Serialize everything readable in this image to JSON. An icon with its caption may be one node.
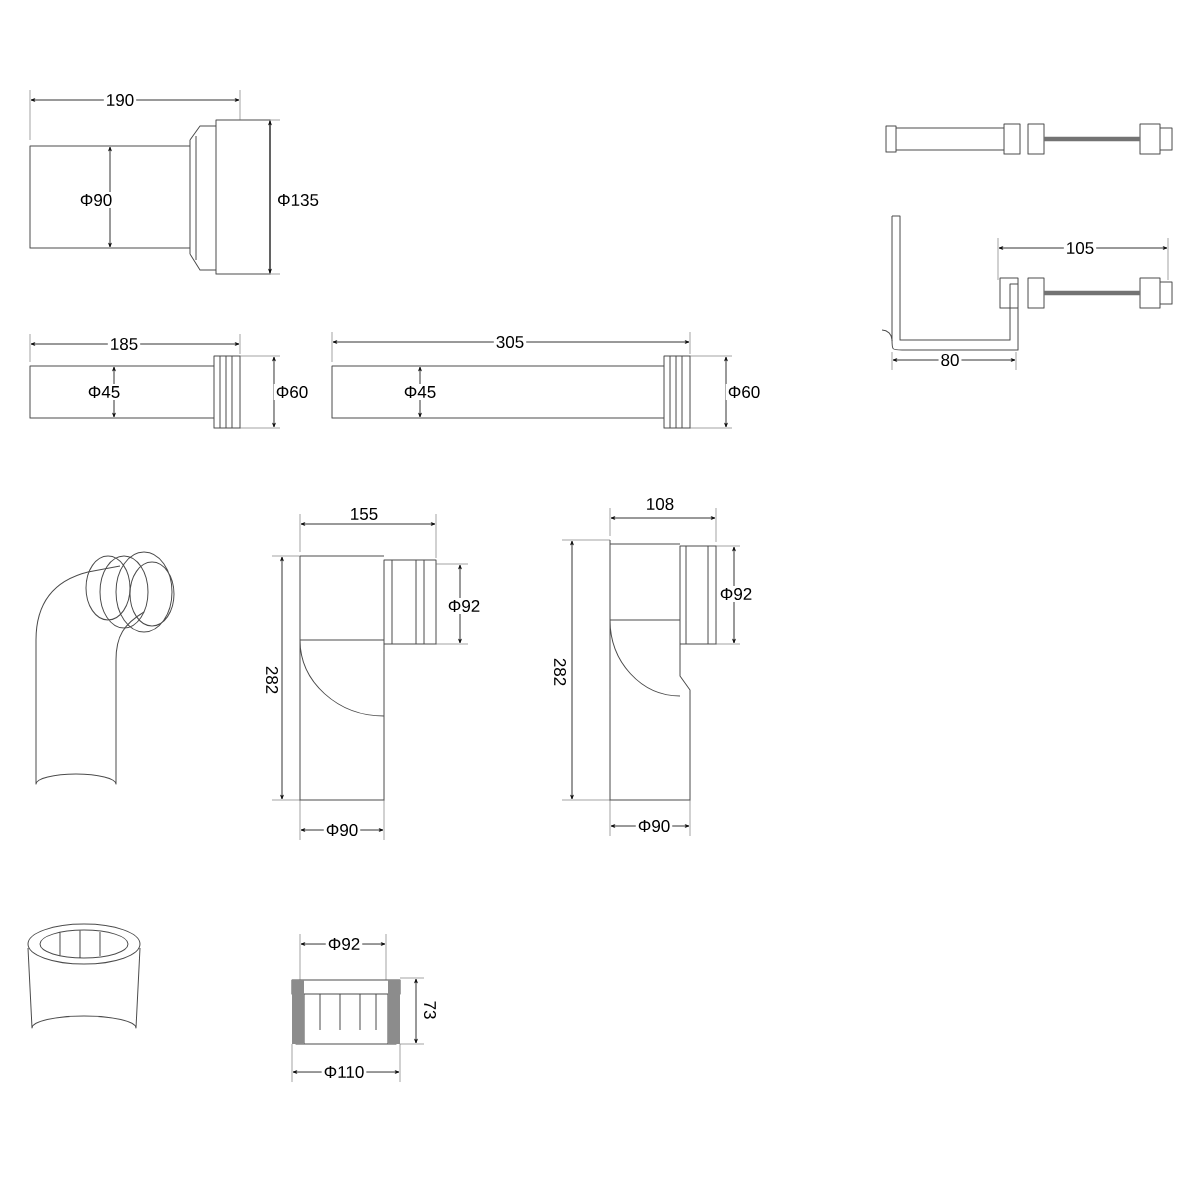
{
  "diagram": {
    "labels": [
      "190",
      "Φ90",
      "Φ135",
      "105",
      "185",
      "305",
      "Φ45",
      "Φ60",
      "Φ45",
      "Φ60",
      "80",
      "155",
      "108",
      "Φ92",
      "Φ92",
      "282",
      "282",
      "Φ90",
      "Φ90",
      "Φ92",
      "73",
      "Φ110"
    ]
  }
}
